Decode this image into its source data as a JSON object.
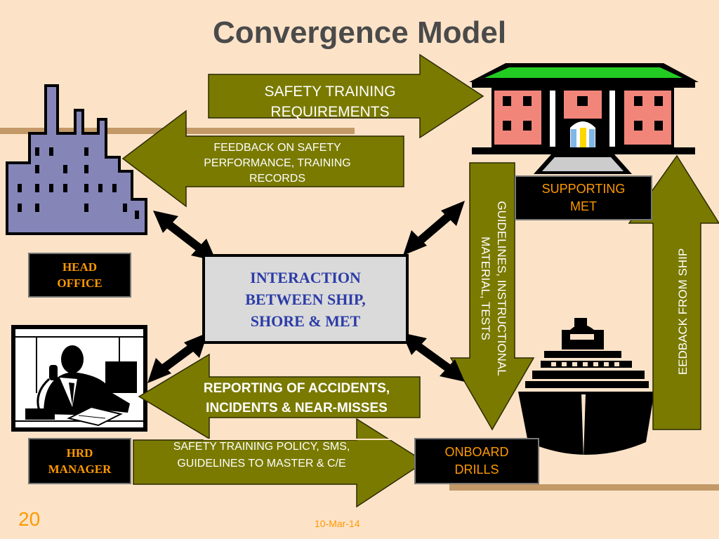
{
  "title": "Convergence Model",
  "arrows": {
    "safety_training_requirements": "SAFETY TRAINING REQUIREMENTS",
    "feedback_safety_performance": "FEEDBACK ON SAFETY PERFORMANCE, TRAINING RECORDS",
    "guidelines_material": "GUIDELINES, INSTRUCTIONAL MATERIAL, TESTS",
    "feedback_from_ship": "EEDBACK FROM SHIP",
    "reporting_accidents": "REPORTING OF ACCIDENTS, INCIDENTS & NEAR-MISSES",
    "safety_training_policy": "SAFETY TRAINING POLICY, SMS, GUIDELINES TO MASTER & C/E"
  },
  "boxes": {
    "head_office": "HEAD OFFICE",
    "hrd_manager": "HRD MANAGER",
    "supporting_met": "SUPPORTING MET",
    "onboard_drills": "ONBOARD DRILLS",
    "interaction": "INTERACTION BETWEEN SHIP, SHORE & MET"
  },
  "footer": {
    "slide_number": "20",
    "date": "10-Mar-14"
  },
  "colors": {
    "background": "#FCE3C8",
    "arrow_fill": "#7A7A00",
    "label_orange": "#FF9900",
    "center_text_blue": "#2B3CA8",
    "factory_fill": "#8585B8",
    "building_fill": "#F2857A",
    "roof_green": "#22CC22"
  },
  "icons": [
    "factory-icon",
    "building-icon",
    "ship-icon",
    "manager-on-phone-icon"
  ]
}
